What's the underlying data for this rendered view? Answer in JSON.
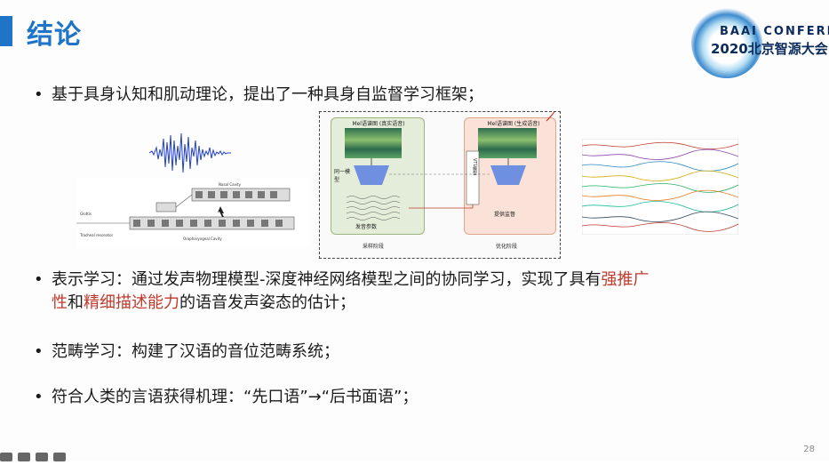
{
  "slide": {
    "title": "结论",
    "page_number": "28",
    "logo": {
      "line1": "BAAI CONFERENCE",
      "line2": "2020北京智源大会"
    },
    "bullets": [
      {
        "dot": "•",
        "text": "基于具身认知和肌动理论，提出了一种具身自监督学习框架；"
      },
      {
        "dot": "•",
        "line1_a": "表示学习：通过发声物理模型-深度神经网络模型之间的协同学习，实现了具有",
        "line1_red": "强推广",
        "line2_red1": "性",
        "line2_and": "和",
        "line2_red2": "精细描述能力",
        "line2_rest": "的语音发声姿态的估计；"
      },
      {
        "dot": "•",
        "text": "范畴学习：构建了汉语的音位范畴系统；"
      },
      {
        "dot": "•",
        "text": "符合人类的言语获得机理：“先口语”→“后书面语”；"
      }
    ],
    "diagram": {
      "left_title": "Mel语谱图 (真实语音)",
      "right_title": "Mel语谱图 (生成语音)",
      "same_model": "同一模型",
      "left_bottom": "发音参数",
      "right_bottom": "提供监督",
      "vtl_label": "VTL模型",
      "stage_left": "采样阶段",
      "stage_right": "优化阶段"
    },
    "articulatory_labels": {
      "nasal": "Nasal Cavity",
      "oro": "Oropharyngeal Cavity",
      "glottis": "Glottis",
      "trachea": "Tracheal resonator"
    }
  }
}
